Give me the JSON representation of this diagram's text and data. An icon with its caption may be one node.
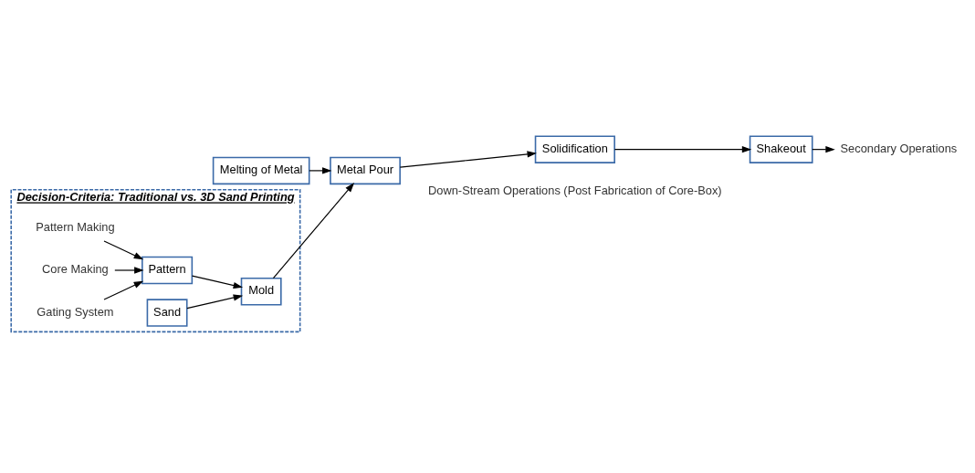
{
  "diagram": {
    "nodes": [
      {
        "text": [
          "Decision-Criteria: Traditional vs. 3D Sand Printing"
        ]
      },
      {
        "text": [
          "Pattern"
        ],
        "in": 0
      },
      {
        "text": [
          "Pattern Making"
        ],
        "in": 0
      },
      {
        "text": [
          "Core Making"
        ],
        "in": 0
      },
      {
        "text": [
          "Gating System"
        ],
        "in": 0
      },
      {
        "text": [
          "Sand"
        ],
        "in": 0
      },
      {
        "text": [
          "Mold"
        ],
        "in": 0
      },
      {
        "text": [
          "Melting of Metal"
        ]
      },
      {
        "text": [
          "Metal Pour"
        ]
      },
      {
        "text": [
          "Solidification"
        ]
      },
      {
        "text": [
          "Shakeout"
        ]
      },
      {
        "text": [
          "Secondary Operations"
        ]
      }
    ],
    "edges": [
      {
        "from": 2,
        "to": 1,
        "arrow": "to"
      },
      {
        "from": 3,
        "to": 1,
        "arrow": "to"
      },
      {
        "from": 4,
        "to": 1,
        "arrow": "to"
      },
      {
        "from": 1,
        "to": 6,
        "arrow": "to"
      },
      {
        "from": 5,
        "to": 6,
        "arrow": "to"
      },
      {
        "from": 6,
        "to": 8,
        "arrow": "to"
      },
      {
        "from": 7,
        "to": 8,
        "arrow": "to"
      },
      {
        "from": 8,
        "to": 9,
        "arrow": "to"
      },
      {
        "from": 9,
        "to": 10,
        "arrow": "to"
      },
      {
        "from": 10,
        "to": 11,
        "arrow": "to"
      }
    ],
    "labels": [
      "Down-Stream Operations (Post Fabrication of Core-Box)"
    ]
  }
}
